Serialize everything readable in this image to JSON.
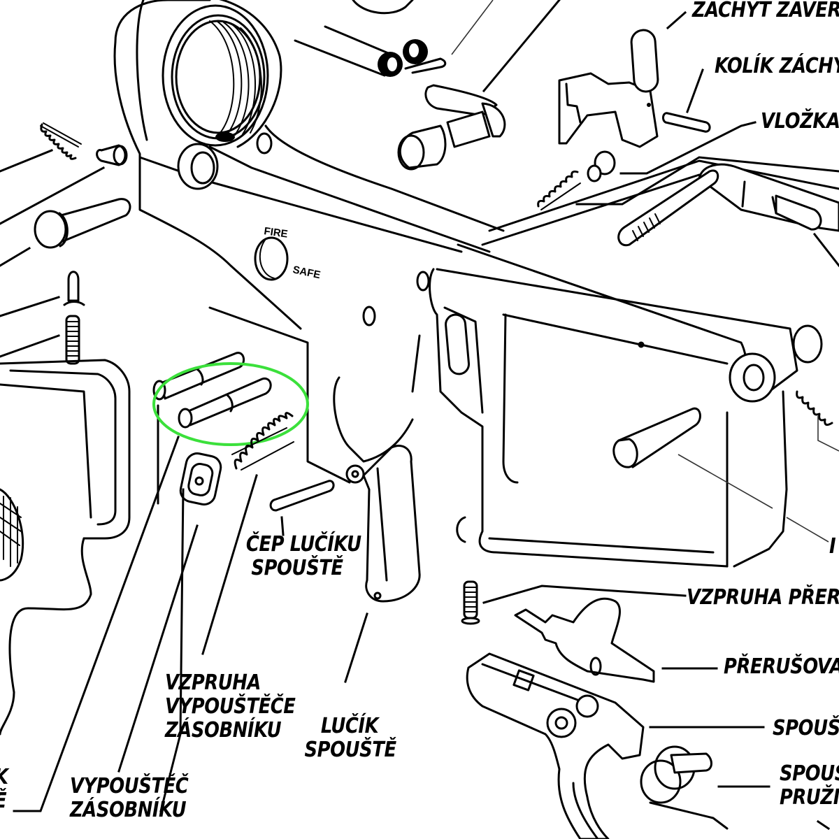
{
  "diagram": {
    "title": "AR-15 lower receiver exploded view",
    "language": "cs",
    "highlight_color": "#3be03b",
    "highlighted_part": "takedown and pivot pins",
    "receiver_stamps": {
      "fire": "FIRE",
      "safe": "SAFE"
    },
    "labels": {
      "zachyt_zaveru": "ZÁCHYT ZÁVĚR",
      "kolik_zachytu": "KOLÍK ZÁCHY",
      "vlozka": "VLOŽKA",
      "cep_luciku": [
        "ČEP LUČÍKU",
        "SPOUŠTĚ"
      ],
      "vzpruha_prerusovace": "VZPRUHA PŘER",
      "prerusovac": "PŘERUŠOVA",
      "spoust": "SPOUŠ",
      "spoust_pruzina": [
        "SPOUŠ",
        "PRUŽI"
      ],
      "vzpruha_vypoustece": [
        "VZPRUHA",
        "VYPOUŠTĚČE",
        "ZÁSOBNÍKU"
      ],
      "lucik_spouste": [
        "LUČÍK",
        "SPOUŠTĚ"
      ],
      "vypoustec_zasobniku": [
        "VYPOUŠTĚČ",
        "ZÁSOBNÍKU"
      ],
      "left_cut": [
        "K",
        "Ě"
      ],
      "right_cut": "I"
    }
  }
}
